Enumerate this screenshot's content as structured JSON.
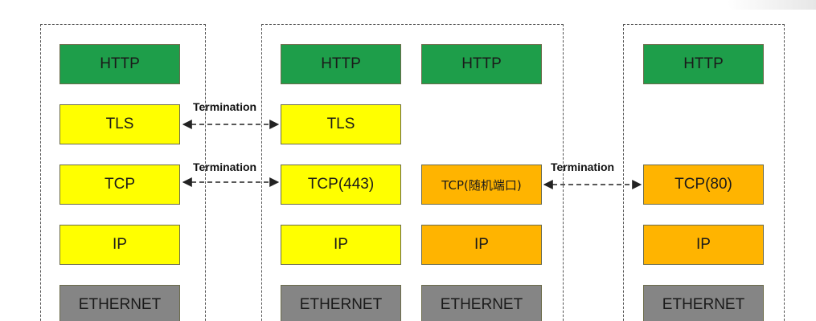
{
  "colors": {
    "http": "#1e9e4a",
    "tls": "#ffff00",
    "tcp_yellow": "#ffff00",
    "tcp_orange": "#ffb400",
    "ip_yellow": "#ffff00",
    "ip_orange": "#ffb400",
    "ethernet": "#858585",
    "frame": "#555555",
    "arrow": "#222222"
  },
  "columns": [
    {
      "id": "client",
      "layers": [
        {
          "kind": "http",
          "label": "HTTP"
        },
        {
          "kind": "tls",
          "label": "TLS"
        },
        {
          "kind": "tcp",
          "label": "TCP"
        },
        {
          "kind": "ip",
          "label": "IP"
        },
        {
          "kind": "ethernet",
          "label": "ETHERNET"
        }
      ]
    },
    {
      "id": "proxy-front",
      "layers": [
        {
          "kind": "http",
          "label": "HTTP"
        },
        {
          "kind": "tls",
          "label": "TLS"
        },
        {
          "kind": "tcp",
          "label": "TCP(443)"
        },
        {
          "kind": "ip",
          "label": "IP"
        },
        {
          "kind": "ethernet",
          "label": "ETHERNET"
        }
      ]
    },
    {
      "id": "proxy-back",
      "layers": [
        {
          "kind": "http",
          "label": "HTTP"
        },
        {
          "kind": "tcp",
          "label": "TCP(随机端口)"
        },
        {
          "kind": "ip",
          "label": "IP"
        },
        {
          "kind": "ethernet",
          "label": "ETHERNET"
        }
      ]
    },
    {
      "id": "server",
      "layers": [
        {
          "kind": "http",
          "label": "HTTP"
        },
        {
          "kind": "tcp",
          "label": "TCP(80)"
        },
        {
          "kind": "ip",
          "label": "IP"
        },
        {
          "kind": "ethernet",
          "label": "ETHERNET"
        }
      ]
    }
  ],
  "terminations": [
    {
      "label": "Termination",
      "between": "client-tls-to-proxy-tls"
    },
    {
      "label": "Termination",
      "between": "client-tcp-to-proxy-tcp"
    },
    {
      "label": "Termination",
      "between": "proxy-tcp-to-server-tcp"
    }
  ]
}
